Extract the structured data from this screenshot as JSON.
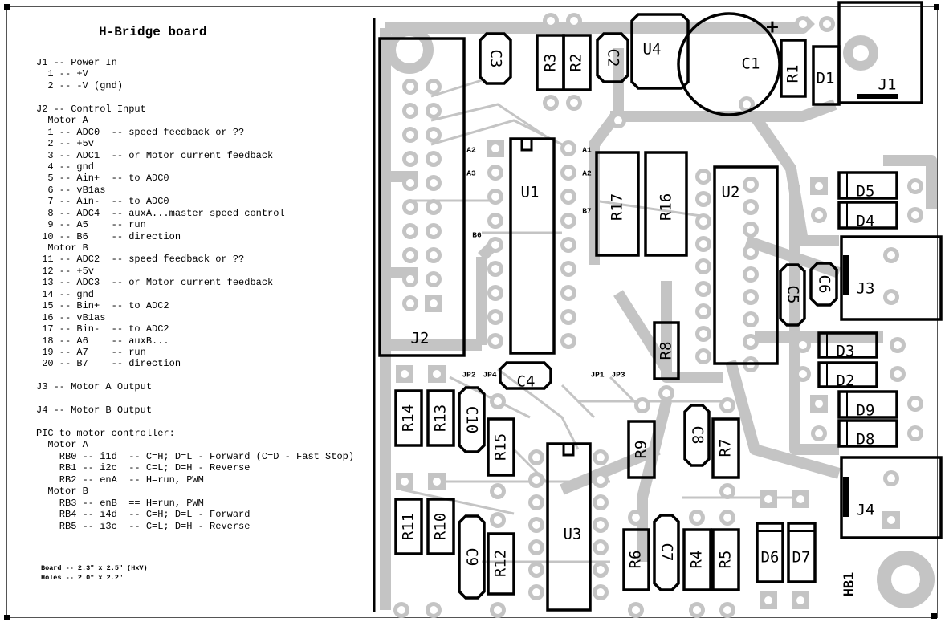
{
  "document": {
    "title": "H-Bridge board",
    "notes": [
      "J1 -- Power In",
      "  1 -- +V",
      "  2 -- -V (gnd)",
      "",
      "J2 -- Control Input",
      "  Motor A",
      "  1 -- ADC0  -- speed feedback or ??",
      "  2 -- +5v",
      "  3 -- ADC1  -- or Motor current feedback",
      "  4 -- gnd",
      "  5 -- Ain+  -- to ADC0",
      "  6 -- vB1as",
      "  7 -- Ain-  -- to ADC0",
      "  8 -- ADC4  -- auxA...master speed control",
      "  9 -- A5    -- run",
      " 10 -- B6    -- direction",
      "  Motor B",
      " 11 -- ADC2  -- speed feedback or ??",
      " 12 -- +5v",
      " 13 -- ADC3  -- or Motor current feedback",
      " 14 -- gnd",
      " 15 -- Bin+  -- to ADC2",
      " 16 -- vB1as",
      " 17 -- Bin-  -- to ADC2",
      " 18 -- A6    -- auxB...",
      " 19 -- A7    -- run",
      " 20 -- B7    -- direction",
      "",
      "J3 -- Motor A Output",
      "",
      "J4 -- Motor B Output",
      "",
      "PIC to motor controller:",
      "  Motor A",
      "    RB0 -- i1d  -- C=H; D=L - Forward (C=D - Fast Stop)",
      "    RB1 -- i2c  -- C=L; D=H - Reverse",
      "    RB2 -- enA  -- H=run, PWM",
      "  Motor B",
      "    RB3 -- enB  == H=run, PWM",
      "    RB4 -- i4d  -- C=H; D=L - Forward",
      "    RB5 -- i3c  -- C=L; D=H - Reverse"
    ],
    "dimensions": [
      "Board -- 2.3\" x 2.5\" (HxV)",
      "Holes -- 2.0\" x 2.2\""
    ]
  },
  "pcb": {
    "board_name": "HB1",
    "polarity_mark": "+",
    "labels": {
      "J1": "J1",
      "J2": "J2",
      "J3": "J3",
      "J4": "J4",
      "U1": "U1",
      "U2": "U2",
      "U3": "U3",
      "U4": "U4",
      "C1": "C1",
      "C2": "C2",
      "C3": "C3",
      "C4": "C4",
      "C5": "C5",
      "C6": "C6",
      "C7": "C7",
      "C8": "C8",
      "C9": "C9",
      "C10": "C10",
      "R1": "R1",
      "R2": "R2",
      "R3": "R3",
      "R4": "R4",
      "R5": "R5",
      "R6": "R6",
      "R7": "R7",
      "R8": "R8",
      "R9": "R9",
      "R10": "R10",
      "R11": "R11",
      "R12": "R12",
      "R13": "R13",
      "R14": "R14",
      "R15": "R15",
      "R16": "R16",
      "R17": "R17",
      "D1": "D1",
      "D2": "D2",
      "D3": "D3",
      "D4": "D4",
      "D5": "D5",
      "D6": "D6",
      "D7": "D7",
      "D8": "D8",
      "D9": "D9"
    },
    "pin_labels": {
      "a2_left": "A2",
      "a3_left": "A3",
      "a1_right": "A1",
      "a2_right": "A2",
      "b7_right": "B7",
      "b6_left": "B6",
      "jp2": "JP2",
      "jp4": "JP4",
      "jp1": "JP1",
      "jp3": "JP3"
    },
    "colors": {
      "trace": "#c4c4c4",
      "silkscreen": "#000000",
      "background": "#ffffff"
    }
  }
}
